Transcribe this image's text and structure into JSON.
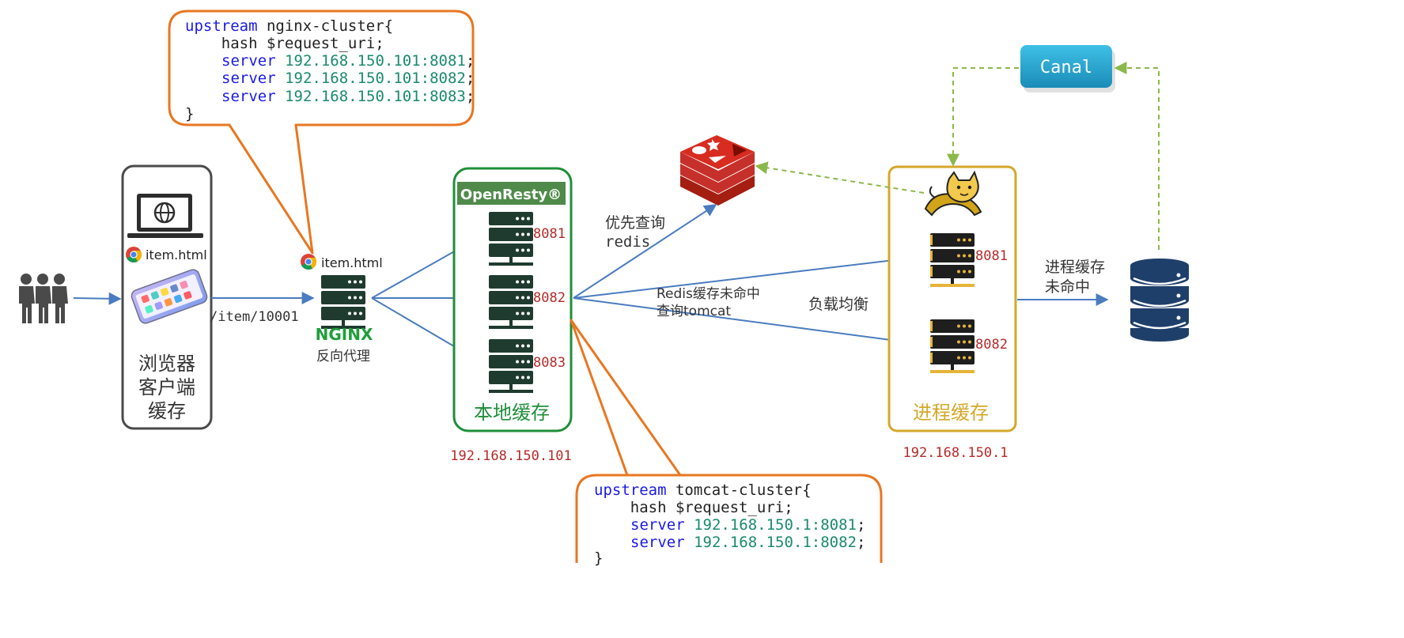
{
  "nginx_code": {
    "line1_kw": "upstream",
    "line1_rest": " nginx-cluster{",
    "line2": "    hash $request_uri;",
    "line3_kw": "server",
    "line3_ip": "192.168.150.101:8081",
    "line4_kw": "server",
    "line4_ip": "192.168.150.101:8082",
    "line5_kw": "server",
    "line5_ip": "192.168.150.101:8083",
    "line6": "}"
  },
  "tomcat_code": {
    "line1_kw": "upstream",
    "line1_rest": " tomcat-cluster{",
    "line2": "    hash $request_uri;",
    "line3_kw": "server",
    "line3_ip": "192.168.150.1:8081",
    "line4_kw": "server",
    "line4_ip": "192.168.150.1:8082",
    "line5": "}"
  },
  "browser": {
    "file_label": "item.html",
    "title_line1": "浏览器",
    "title_line2": "客户端",
    "title_line3": "缓存"
  },
  "request_path": "/item/10001",
  "nginx": {
    "file_label": "item.html",
    "logo": "NGINX",
    "caption": "反向代理"
  },
  "openresty": {
    "logo": "OpenResty®",
    "ports": [
      "8081",
      "8082",
      "8083"
    ],
    "title": "本地缓存",
    "ip": "192.168.150.101"
  },
  "redis_label": {
    "line1": "优先查询",
    "line2": "redis"
  },
  "miss_label": {
    "line1": "Redis缓存未命中",
    "line2": "查询tomcat"
  },
  "lb_label": "负载均衡",
  "tomcat": {
    "ports": [
      "8081",
      "8082"
    ],
    "title": "进程缓存",
    "ip": "192.168.150.1"
  },
  "db_miss_label": {
    "line1": "进程缓存",
    "line2": "未命中"
  },
  "canal_label": "Canal",
  "colors": {
    "orange": "#e87722",
    "green_box": "#1f8f3a",
    "gold_box": "#d4a829",
    "arrow_blue": "#4a7cbf",
    "dash_green": "#8bb84b",
    "server_dark": "#1f3b2f",
    "server_gold": "#1e1e1e",
    "db_blue": "#1f3f6b"
  }
}
